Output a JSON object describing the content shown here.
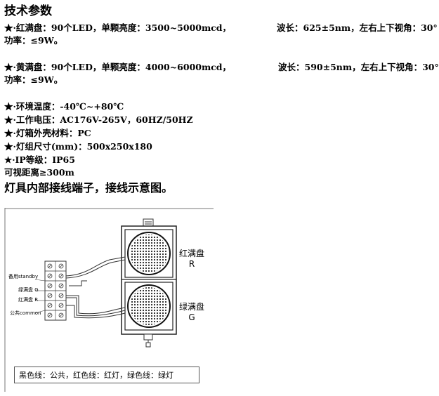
{
  "title": "技术参数",
  "specs": {
    "red_panel": {
      "left": "★·红满盘：90个LED，单颗亮度：3500~5000mcd，",
      "right": "波长：625±5nm，左右上下视角：30°",
      "power": "功率：≤9W。"
    },
    "yellow_panel": {
      "left": "★·黄满盘：90个LED，单颗亮度：4000~6000mcd，",
      "right": "波长：590±5nm，左右上下视角：30°",
      "power": "功率：≤9W。"
    },
    "items": [
      "★·环境温度：-40℃~+80℃",
      "★·工作电压：AC176V-265V，60HZ/50HZ",
      "★·灯箱外壳材料：PC",
      "★·灯组尺寸(mm)：500x250x180",
      "★·IP等级：IP65"
    ],
    "visibility": "可视距离≥300m"
  },
  "wiring_title": "灯具内部接线端子，接线示意图。",
  "diagram": {
    "terminal_labels": [
      "备用standby",
      "绿满盘 G",
      "红满盘 R",
      "公共common"
    ],
    "red_label_cn": "红满盘",
    "red_label_en": "R",
    "green_label_cn": "绿满盘",
    "green_label_en": "G",
    "legend": "黑色线：公共，红色线：红灯，绿色线：绿灯"
  }
}
